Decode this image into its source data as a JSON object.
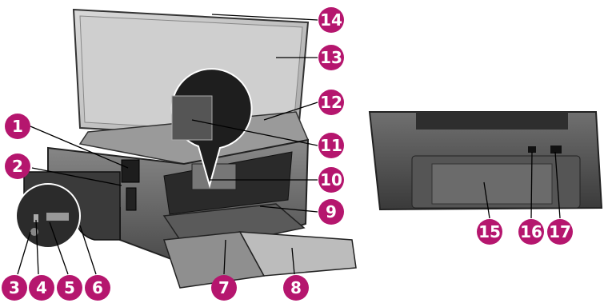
{
  "colors": {
    "callout": "#b5166e",
    "callout_text": "#ffffff",
    "printer_body": "#6b6b6b",
    "printer_dark": "#2a2a2a",
    "lid_glass": "#c8c8c8"
  },
  "callouts": [
    {
      "id": "c1",
      "label": "1"
    },
    {
      "id": "c2",
      "label": "2"
    },
    {
      "id": "c3",
      "label": "3"
    },
    {
      "id": "c4",
      "label": "4"
    },
    {
      "id": "c5",
      "label": "5"
    },
    {
      "id": "c6",
      "label": "6"
    },
    {
      "id": "c7",
      "label": "7"
    },
    {
      "id": "c8",
      "label": "8"
    },
    {
      "id": "c9",
      "label": "9"
    },
    {
      "id": "c10",
      "label": "10"
    },
    {
      "id": "c11",
      "label": "11"
    },
    {
      "id": "c12",
      "label": "12"
    },
    {
      "id": "c13",
      "label": "13"
    },
    {
      "id": "c14",
      "label": "14"
    },
    {
      "id": "c15",
      "label": "15"
    },
    {
      "id": "c16",
      "label": "16"
    },
    {
      "id": "c17",
      "label": "17"
    }
  ]
}
